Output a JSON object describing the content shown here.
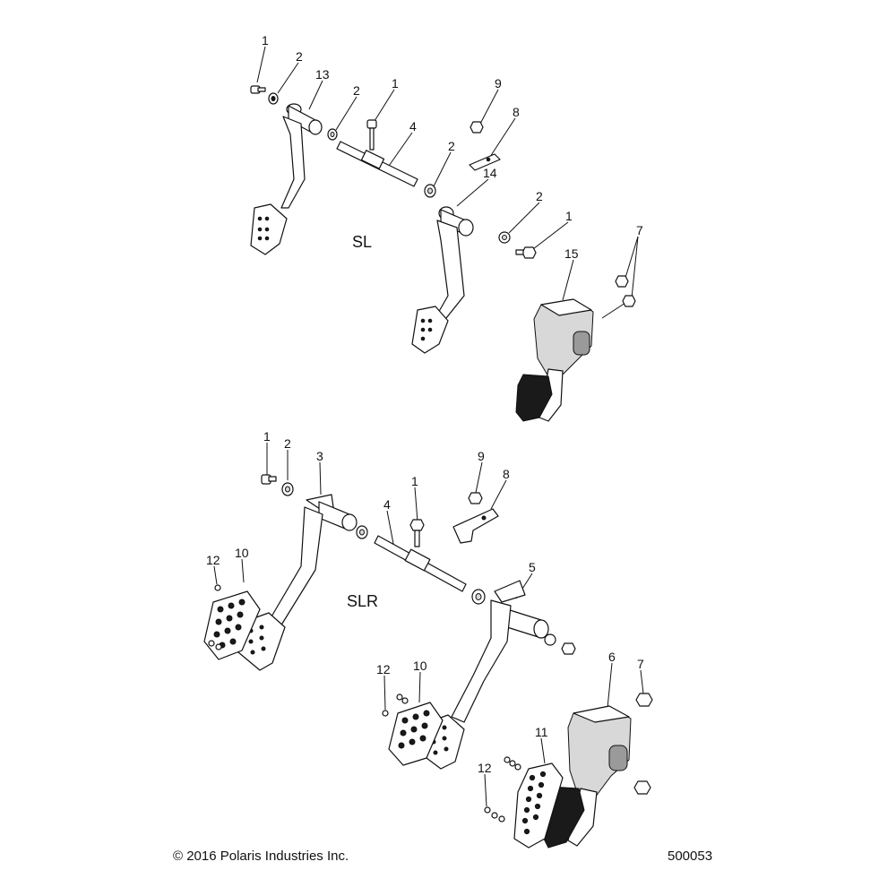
{
  "sections": {
    "sl": "SL",
    "slr": "SLR"
  },
  "callouts": {
    "sl": [
      "1",
      "2",
      "13",
      "2",
      "1",
      "4",
      "2",
      "9",
      "8",
      "14",
      "2",
      "1",
      "7",
      "15"
    ],
    "slr": [
      "1",
      "2",
      "3",
      "9",
      "1",
      "8",
      "4",
      "12",
      "10",
      "5",
      "12",
      "10",
      "6",
      "7",
      "11",
      "12"
    ]
  },
  "footer": {
    "copyright": "© 2016 Polaris Industries Inc.",
    "diagram_number": "500053"
  }
}
